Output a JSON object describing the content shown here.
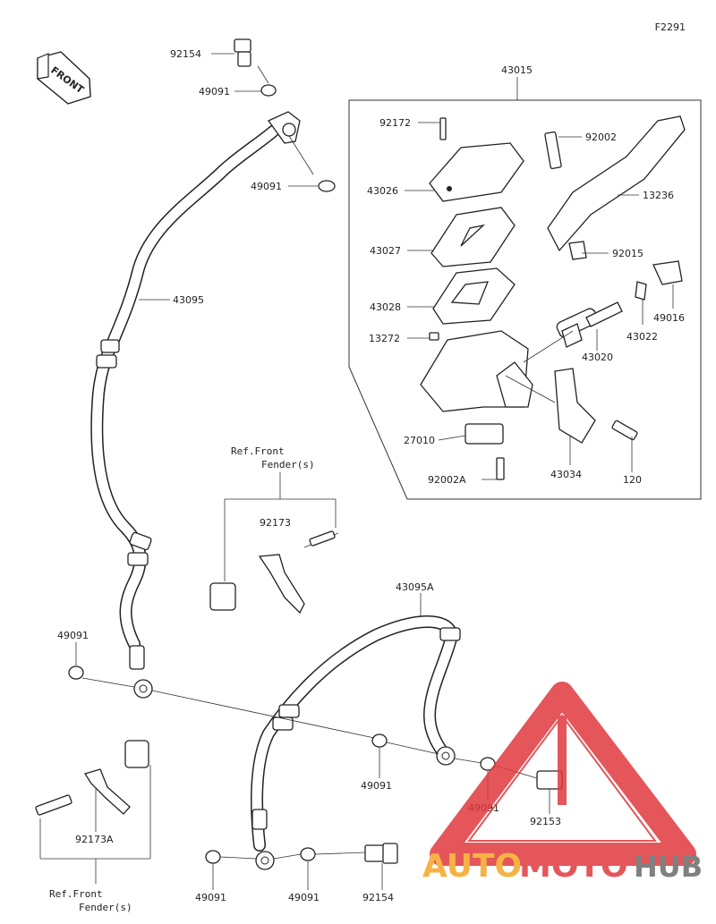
{
  "diagram_code": "F2291",
  "front_label": "FRONT",
  "ref_label": "Ref.Front",
  "ref_sub": "Fender(s)",
  "watermark": {
    "left": "AUTO",
    "mid": "MOTO",
    "right": "HUB"
  },
  "labels": [
    "92154",
    "49091",
    "49091",
    "43095",
    "43015",
    "92172",
    "92002",
    "43026",
    "13236",
    "43027",
    "92015",
    "43028",
    "49016",
    "13272",
    "43022",
    "43020",
    "27010",
    "92002A",
    "43034",
    "120",
    "92173",
    "43095A",
    "49091",
    "49091",
    "49091",
    "92153",
    "92173A",
    "49091",
    "49091",
    "92154"
  ],
  "colors": {
    "watermark_red": "#e0393e",
    "watermark_orange": "#f5a623",
    "watermark_gray": "#6b6b6b"
  }
}
